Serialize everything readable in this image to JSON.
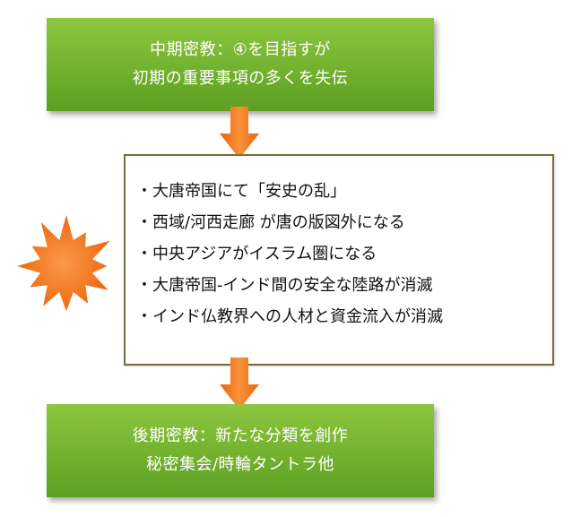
{
  "top_box": {
    "line1": "中期密教：④を目指すが",
    "line2": "初期の重要事項の多くを失伝"
  },
  "events": {
    "items": [
      "大唐帝国にて「安史の乱」",
      "西域/河西走廊 が唐の版図外になる",
      "中央アジアがイスラム圏になる",
      "大唐帝国-インド間の安全な陸路が消滅",
      "インド仏教界への人材と資金流入が消滅"
    ]
  },
  "bottom_box": {
    "line1": "後期密教：新たな分類を創作",
    "line2": "秘密集会/時輪タントラ他"
  },
  "colors": {
    "green": "#72b22f",
    "arrow": "#f47a20",
    "burst": "#f47a20",
    "box_border": "#7a6a3a"
  },
  "icons": {
    "burst": "explosion-burst-icon",
    "arrow": "down-arrow-icon"
  }
}
